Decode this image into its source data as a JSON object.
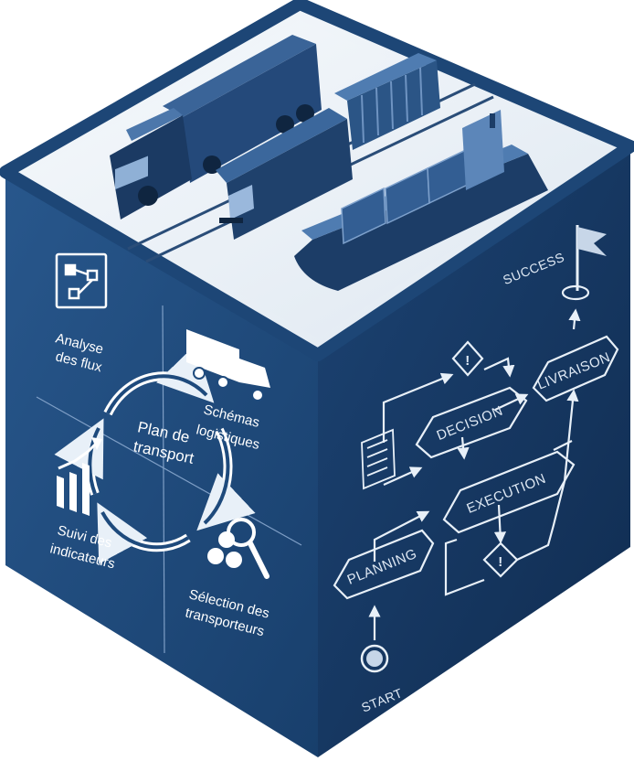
{
  "left_face": {
    "cycle_title": "Plan de transport",
    "cycle_title_lines": [
      "Plan de",
      "transport"
    ],
    "items": [
      {
        "key": "analyse",
        "lines": [
          "Analyse",
          "des flux"
        ],
        "icon": "flow-analysis-icon"
      },
      {
        "key": "schemas",
        "lines": [
          "Schémas",
          "logistiques"
        ],
        "icon": "truck-icon"
      },
      {
        "key": "suivi",
        "lines": [
          "Suivi des",
          "indicateurs"
        ],
        "icon": "bar-chart-icon"
      },
      {
        "key": "selection",
        "lines": [
          "Sélection des",
          "transporteurs"
        ],
        "icon": "people-search-icon"
      }
    ]
  },
  "right_face": {
    "start": "START",
    "planning": "PLANNING",
    "decision": "DECISION",
    "execution": "EXECUTION",
    "livraison": "LIVRAISON",
    "success": "SUCCESS",
    "alert_symbol": "!"
  },
  "top_face": {
    "vehicles": [
      "truck",
      "train",
      "cargo-ship"
    ]
  },
  "colors": {
    "left_face": "#1e4a7c",
    "right_face": "#173a64",
    "top_face": "#eef3f8",
    "line": "#e8f0f8"
  }
}
